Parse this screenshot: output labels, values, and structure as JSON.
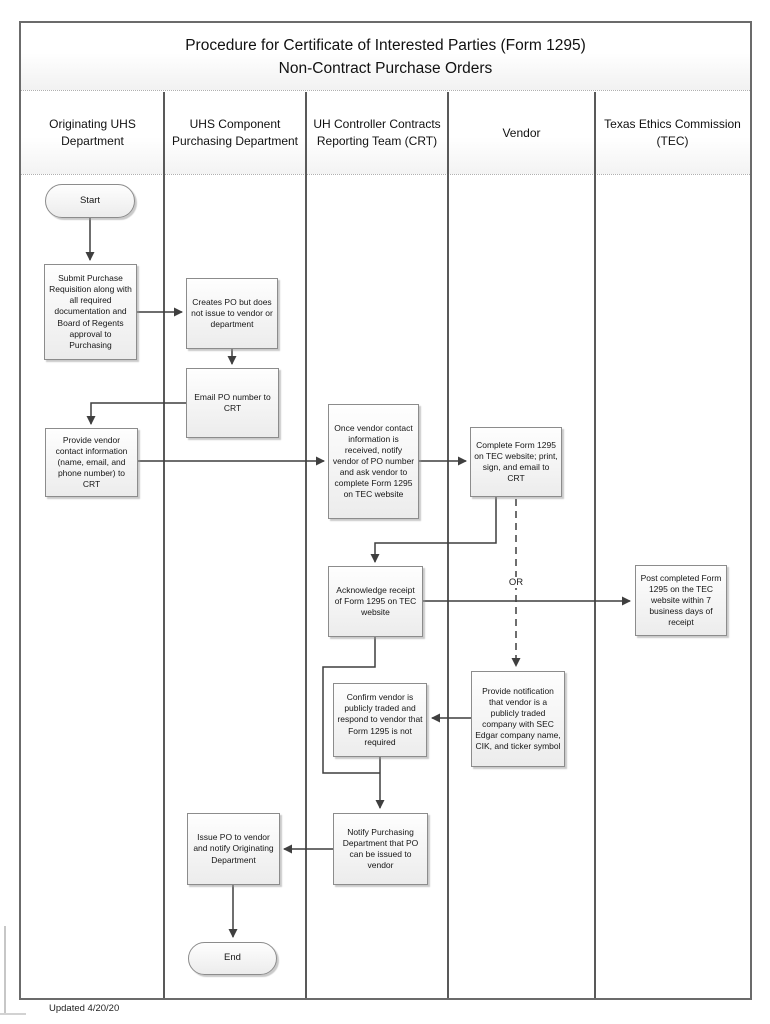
{
  "title": {
    "line1": "Procedure for Certificate of Interested Parties (Form 1295)",
    "line2": "Non-Contract Purchase Orders"
  },
  "lanes": [
    {
      "label": "Originating UHS Department"
    },
    {
      "label": "UHS Component Purchasing Department"
    },
    {
      "label": "UH Controller Contracts Reporting Team (CRT)"
    },
    {
      "label": "Vendor"
    },
    {
      "label": "Texas Ethics Commission (TEC)"
    }
  ],
  "nodes": {
    "start": {
      "label": "Start",
      "type": "terminator",
      "lane": "Originating UHS Department"
    },
    "submit_requisition": {
      "label": "Submit Purchase Requisition along with all required documentation and Board of Regents approval to Purchasing",
      "type": "process",
      "lane": "Originating UHS Department"
    },
    "creates_po": {
      "label": "Creates PO but does not issue to vendor or department",
      "type": "process",
      "lane": "UHS Component Purchasing Department"
    },
    "email_po": {
      "label": "Email PO number to CRT",
      "type": "process",
      "lane": "UHS Component Purchasing Department"
    },
    "provide_contact": {
      "label": "Provide vendor contact information (name, email, and phone number) to CRT",
      "type": "process",
      "lane": "Originating UHS Department"
    },
    "once_vendor_contact": {
      "label": "Once vendor contact information is received, notify vendor of PO number and ask vendor to complete Form 1295 on TEC website",
      "type": "process",
      "lane": "UH Controller Contracts Reporting Team (CRT)"
    },
    "complete_form": {
      "label": "Complete Form 1295 on TEC website; print, sign, and email to CRT",
      "type": "process",
      "lane": "Vendor"
    },
    "acknowledge_receipt": {
      "label": "Acknowledge receipt of Form 1295 on TEC website",
      "type": "process",
      "lane": "UH Controller Contracts Reporting Team (CRT)"
    },
    "post_completed": {
      "label": "Post completed Form 1295 on the TEC website within 7 business days of receipt",
      "type": "process",
      "lane": "Texas Ethics Commission (TEC)"
    },
    "provide_notification": {
      "label": "Provide notification that vendor is a publicly traded company with SEC Edgar company name, CIK, and ticker symbol",
      "type": "process",
      "lane": "Vendor"
    },
    "confirm_vendor": {
      "label": "Confirm vendor is publicly traded and respond to vendor that Form 1295 is not required",
      "type": "process",
      "lane": "UH Controller Contracts Reporting Team (CRT)"
    },
    "notify_purchasing": {
      "label": "Notify Purchasing Department that PO can be issued to vendor",
      "type": "process",
      "lane": "UH Controller Contracts Reporting Team (CRT)"
    },
    "issue_po": {
      "label": "Issue PO to vendor and notify Originating Department",
      "type": "process",
      "lane": "UHS Component Purchasing Department"
    },
    "end": {
      "label": "End",
      "type": "terminator",
      "lane": "UHS Component Purchasing Department"
    }
  },
  "flows": [
    {
      "from": "start",
      "to": "submit_requisition",
      "style": "solid"
    },
    {
      "from": "submit_requisition",
      "to": "creates_po",
      "style": "solid"
    },
    {
      "from": "creates_po",
      "to": "email_po",
      "style": "solid"
    },
    {
      "from": "email_po",
      "to": "provide_contact",
      "style": "solid"
    },
    {
      "from": "provide_contact",
      "to": "once_vendor_contact",
      "style": "solid"
    },
    {
      "from": "once_vendor_contact",
      "to": "complete_form",
      "style": "solid"
    },
    {
      "from": "complete_form",
      "to": "acknowledge_receipt",
      "style": "solid"
    },
    {
      "from": "complete_form",
      "to": "provide_notification",
      "style": "dashed",
      "label": "OR"
    },
    {
      "from": "acknowledge_receipt",
      "to": "post_completed",
      "style": "solid"
    },
    {
      "from": "provide_notification",
      "to": "confirm_vendor",
      "style": "solid"
    },
    {
      "from": "acknowledge_receipt",
      "to": "notify_purchasing",
      "style": "solid"
    },
    {
      "from": "confirm_vendor",
      "to": "notify_purchasing",
      "style": "solid"
    },
    {
      "from": "notify_purchasing",
      "to": "issue_po",
      "style": "solid"
    },
    {
      "from": "issue_po",
      "to": "end",
      "style": "solid"
    }
  ],
  "connector_labels": {
    "or": "OR"
  },
  "footer": {
    "updated": "Updated 4/20/20"
  },
  "colors": {
    "connector": "#3f3f3f",
    "lane_border": "#595959",
    "frame_border": "#6b6b6b",
    "node_border": "#8c8c8c",
    "node_fill": "#ececec"
  }
}
